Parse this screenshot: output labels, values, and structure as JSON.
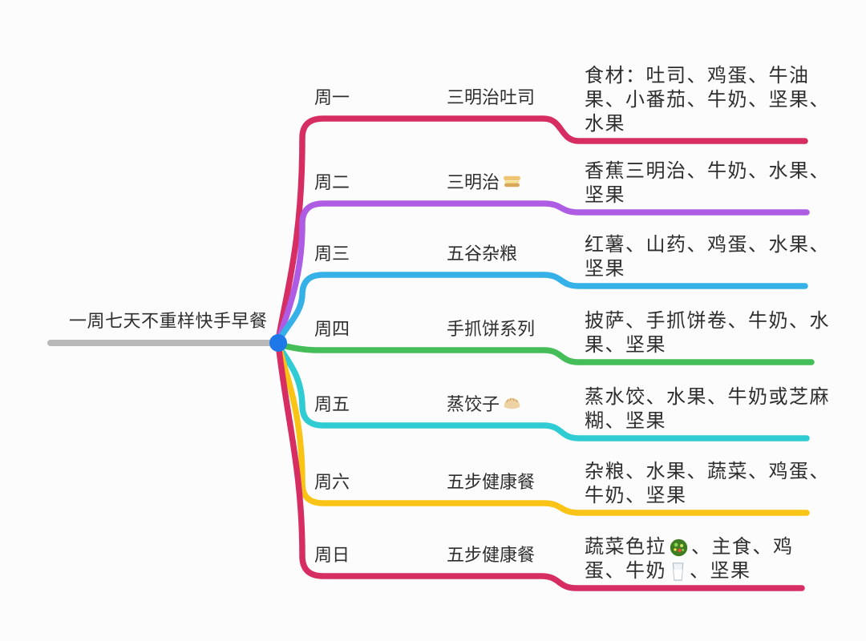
{
  "canvas": {
    "background": "#fcfcfc",
    "text_color": "#2e2e2e"
  },
  "root": {
    "label": "一周七天不重样快手早餐",
    "line_color": "#b9b9b9"
  },
  "junction": {
    "color": "#1e78e8"
  },
  "icons": {
    "sandwich": "🥪",
    "dumpling": "🥟",
    "salad": "🥗",
    "milk_glass": "🥛"
  },
  "branches": [
    {
      "day": "周一",
      "dish": "三明治吐司",
      "color": "#d62e63",
      "detail_lines": [
        "食材：吐司、鸡蛋、牛油",
        "果、小番茄、牛奶、坚果、",
        "水果"
      ]
    },
    {
      "day": "周二",
      "dish": "三明治",
      "dish_icon": "sandwich",
      "color": "#ae5ce4",
      "detail_lines": [
        "香蕉三明治、牛奶、水果、",
        "坚果"
      ]
    },
    {
      "day": "周三",
      "dish": "五谷杂粮",
      "color": "#35b1e8",
      "detail_lines": [
        "红薯、山药、鸡蛋、水果、",
        "坚果"
      ]
    },
    {
      "day": "周四",
      "dish": "手抓饼系列",
      "color": "#45bd58",
      "detail_lines": [
        "披萨、手抓饼卷、牛奶、水",
        "果、坚果"
      ]
    },
    {
      "day": "周五",
      "dish": "蒸饺子",
      "dish_icon": "dumpling",
      "color": "#2fccd4",
      "detail_lines": [
        "蒸水饺、水果、牛奶或芝麻",
        "糊、坚果"
      ]
    },
    {
      "day": "周六",
      "dish": "五步健康餐",
      "color": "#f9c415",
      "detail_lines": [
        "杂粮、水果、蔬菜、鸡蛋、",
        "牛奶、坚果"
      ]
    },
    {
      "day": "周日",
      "dish": "五步健康餐",
      "color": "#d62e63",
      "detail_segments": [
        "蔬菜色拉",
        "、主食、鸡",
        "蛋、牛奶",
        "、坚果"
      ]
    }
  ]
}
